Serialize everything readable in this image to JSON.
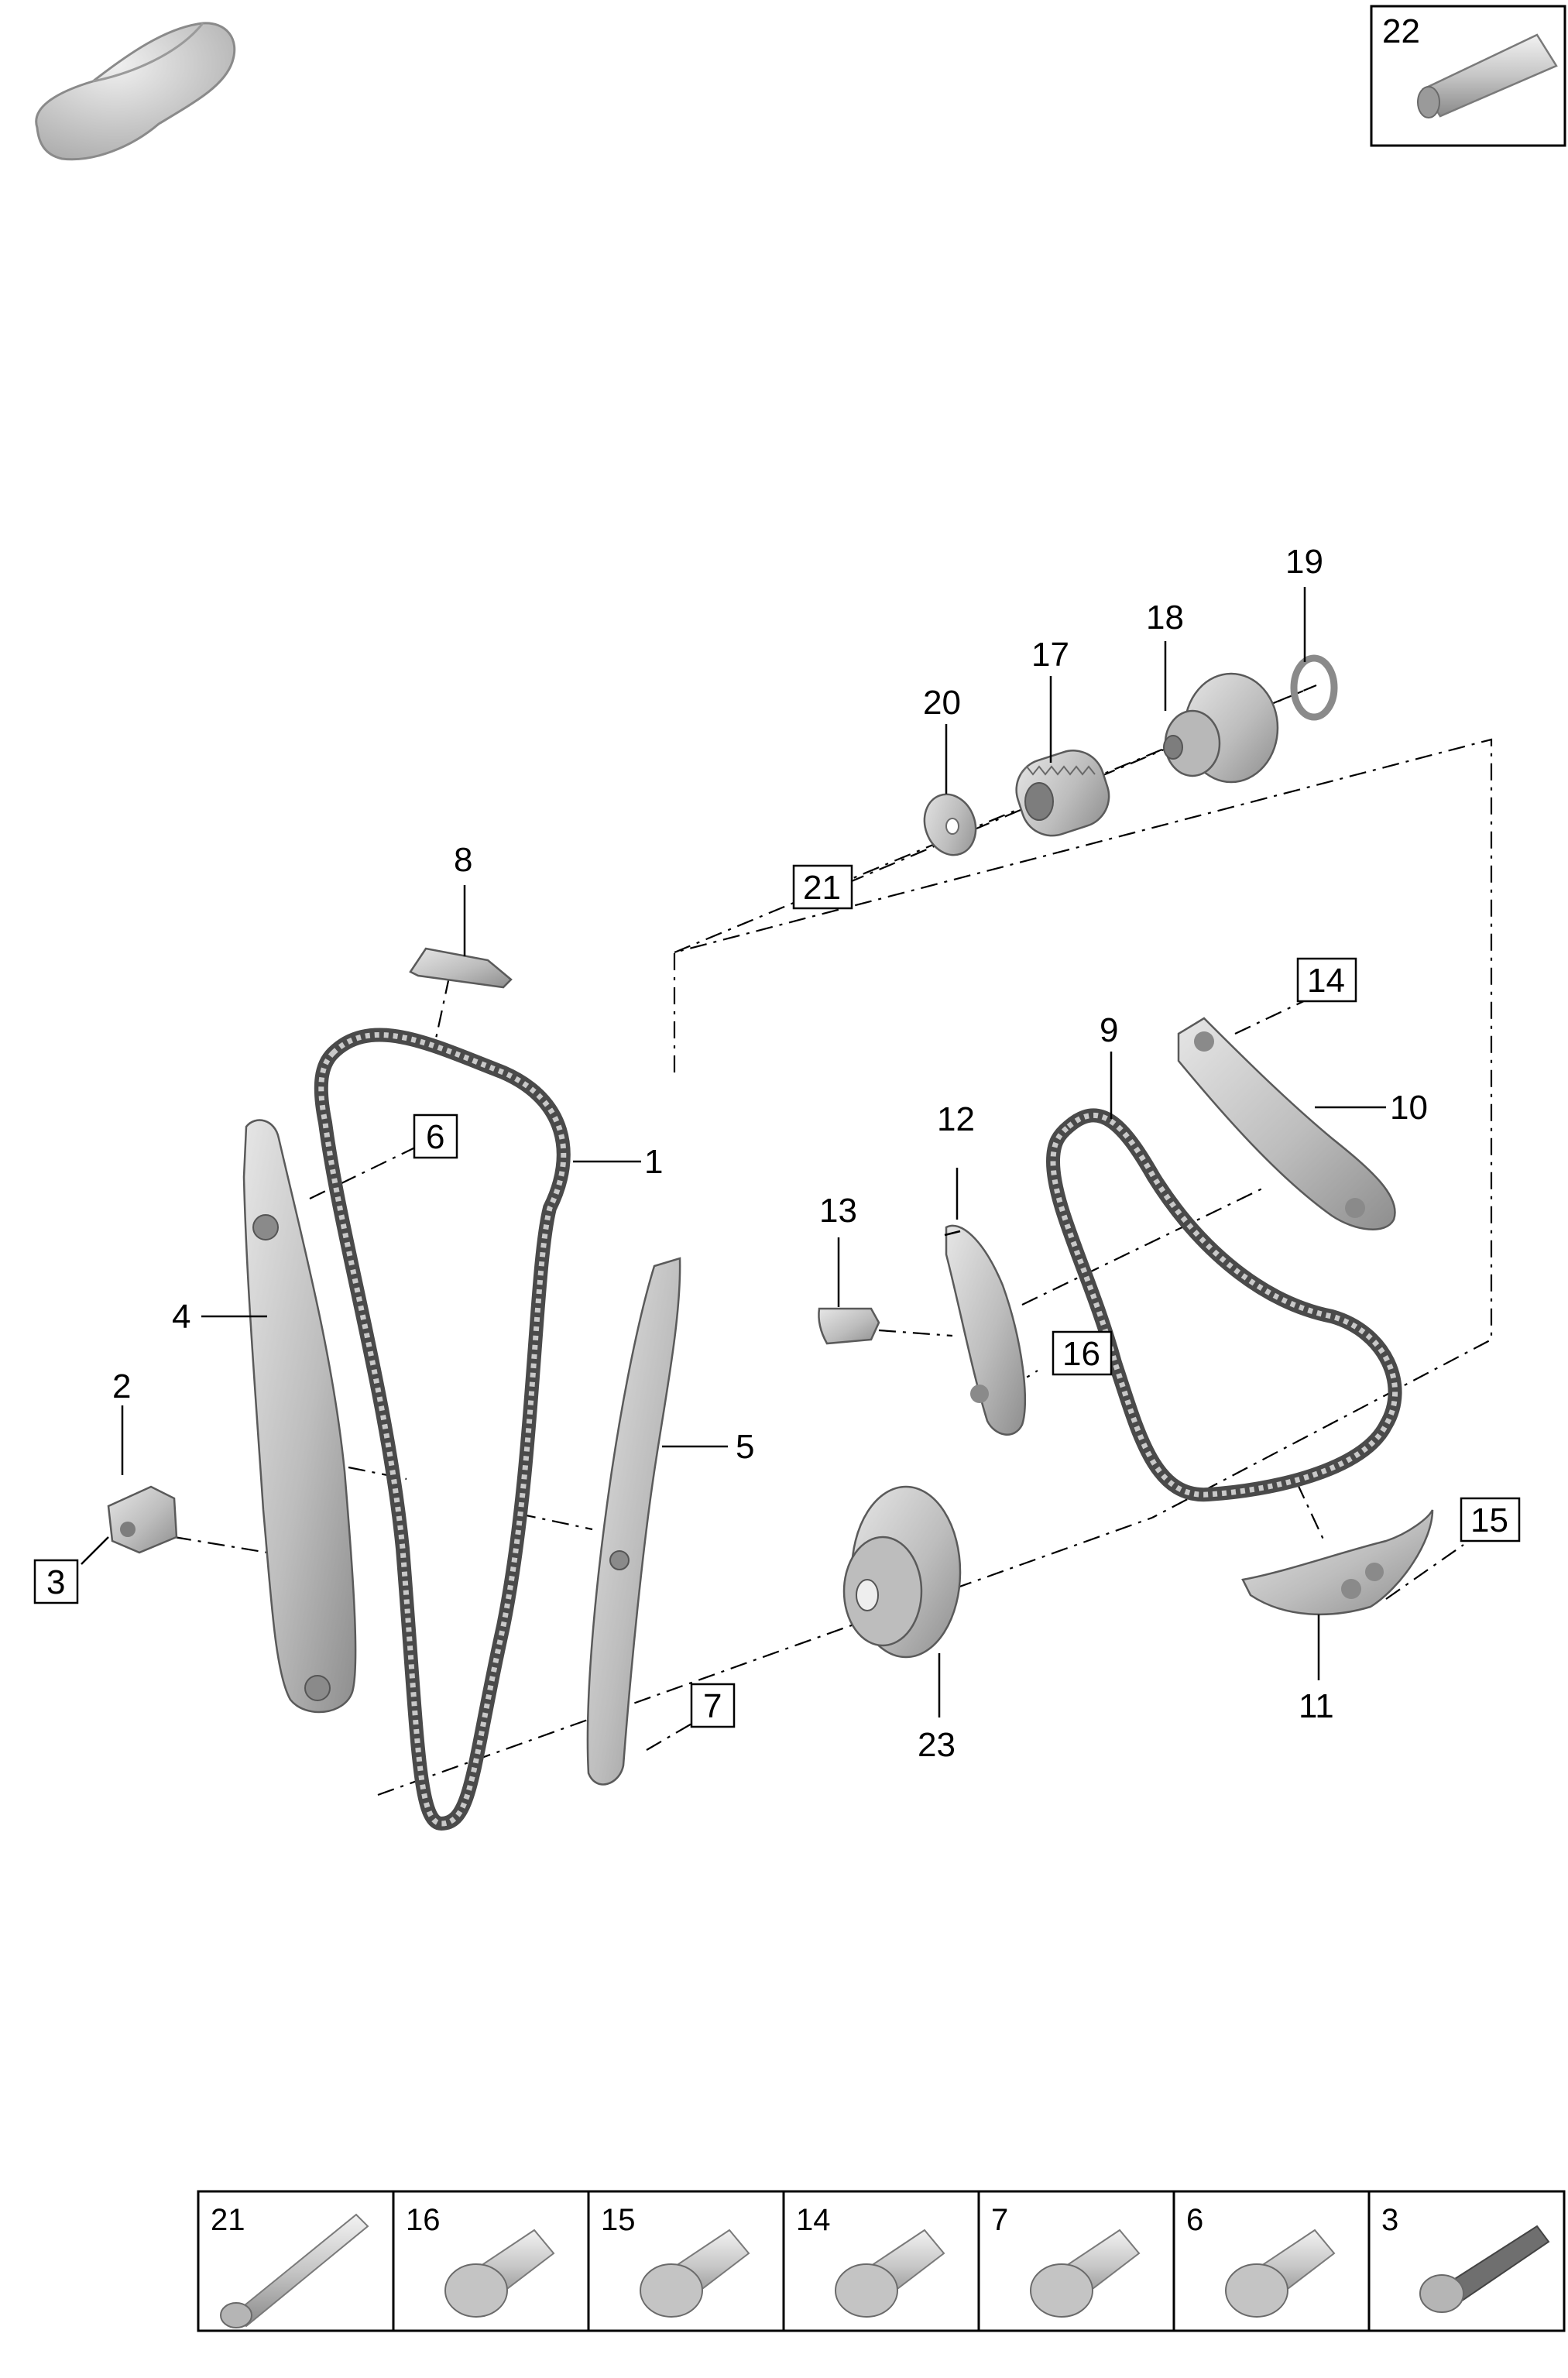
{
  "callouts": {
    "c1": "1",
    "c2": "2",
    "c4": "4",
    "c5": "5",
    "c8": "8",
    "c9": "9",
    "c10": "10",
    "c11": "11",
    "c12": "12",
    "c13": "13",
    "c17": "17",
    "c18": "18",
    "c19": "19",
    "c20": "20",
    "c23": "23"
  },
  "boxed_callouts": {
    "b3": "3",
    "b6": "6",
    "b7": "7",
    "b14": "14",
    "b15": "15",
    "b16": "16",
    "b21": "21"
  },
  "top_right_box": {
    "label": "22"
  },
  "screw_strip": [
    "21",
    "16",
    "15",
    "14",
    "7",
    "6",
    "3"
  ],
  "icons": {
    "vehicle": "car-silhouette-icon",
    "sealant": "sealant-tube-icon",
    "bolt": "bolt-icon"
  },
  "colors": {
    "part_fill": "#c8c8c8",
    "part_dark": "#8c8c8c",
    "line": "#000000"
  }
}
